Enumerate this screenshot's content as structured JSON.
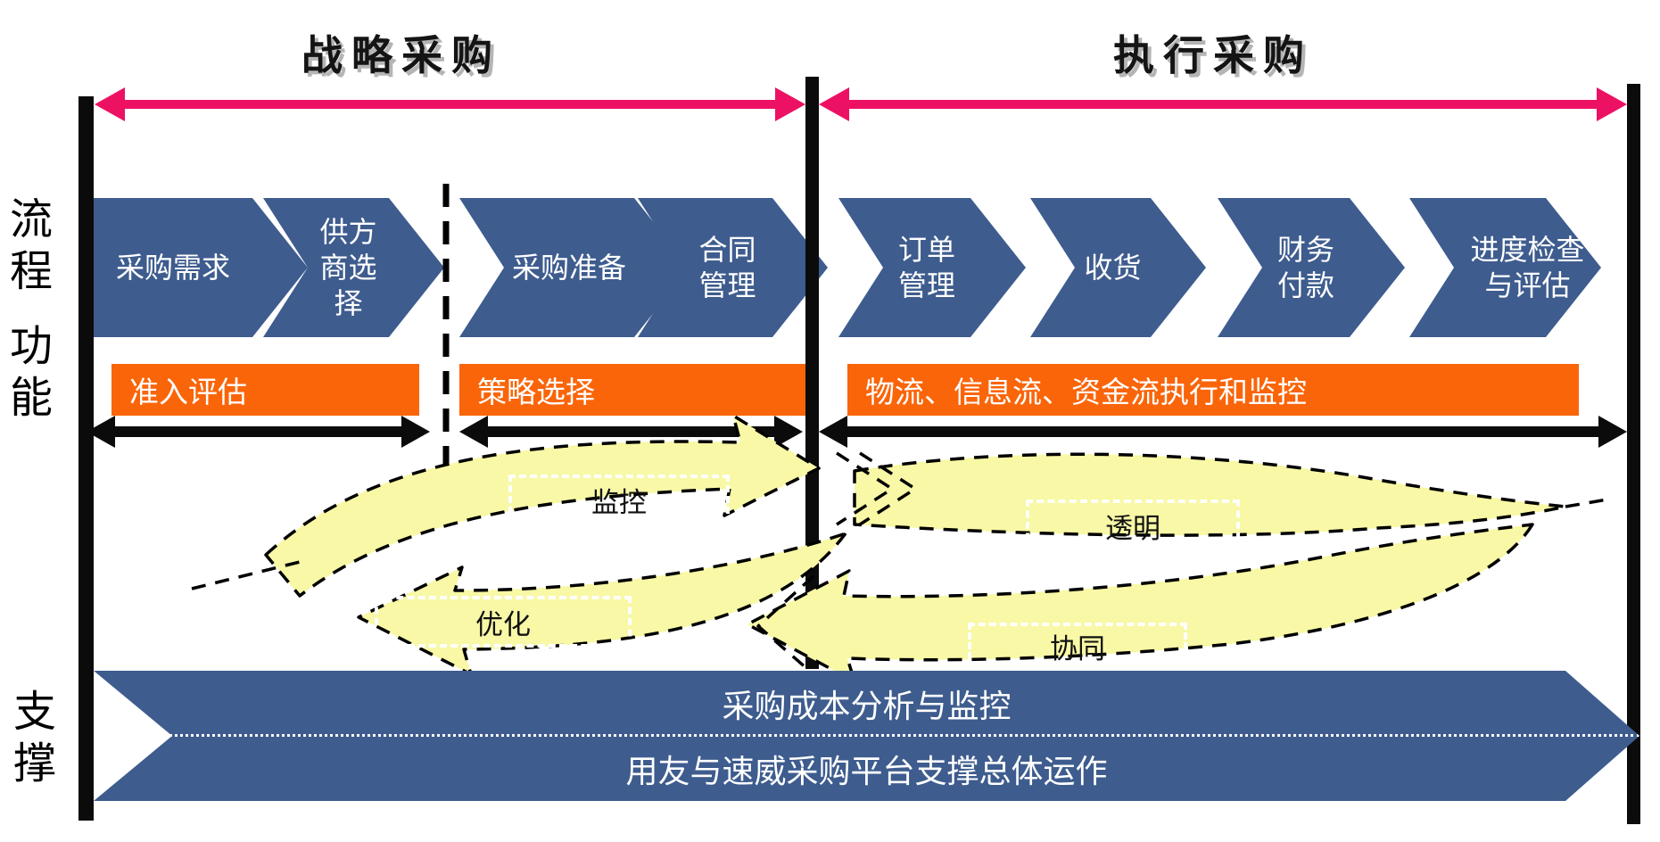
{
  "phase_headers": {
    "strategic": "战略采购",
    "execution": "执行采购"
  },
  "row_labels": {
    "process": "流程",
    "function": "功能",
    "support": "支撑"
  },
  "process_chevrons": [
    {
      "label": "采购需求"
    },
    {
      "label": "供方\n商选择"
    },
    {
      "label": "采购准备"
    },
    {
      "label": "合同\n管理"
    },
    {
      "label": "订单\n管理"
    },
    {
      "label": "收货"
    },
    {
      "label": "财务\n付款"
    },
    {
      "label": "进度检查\n与评估"
    }
  ],
  "function_bars": [
    {
      "label": "准入评估"
    },
    {
      "label": "策略选择"
    },
    {
      "label": "物流、信息流、资金流执行和监控"
    }
  ],
  "cycle_labels": [
    {
      "label": "监控"
    },
    {
      "label": "优化"
    },
    {
      "label": "透明"
    },
    {
      "label": "协同"
    }
  ],
  "support_banner": {
    "line1": "采购成本分析与监控",
    "line2": "用友与速威采购平台支撑总体运作"
  },
  "colors": {
    "chevron_blue": "#3E5C8E",
    "bar_orange": "#FA6509",
    "arrow_pink": "#ED1164",
    "cycle_yellow": "#F8F8A6",
    "divider_black": "#0b0b0b"
  }
}
